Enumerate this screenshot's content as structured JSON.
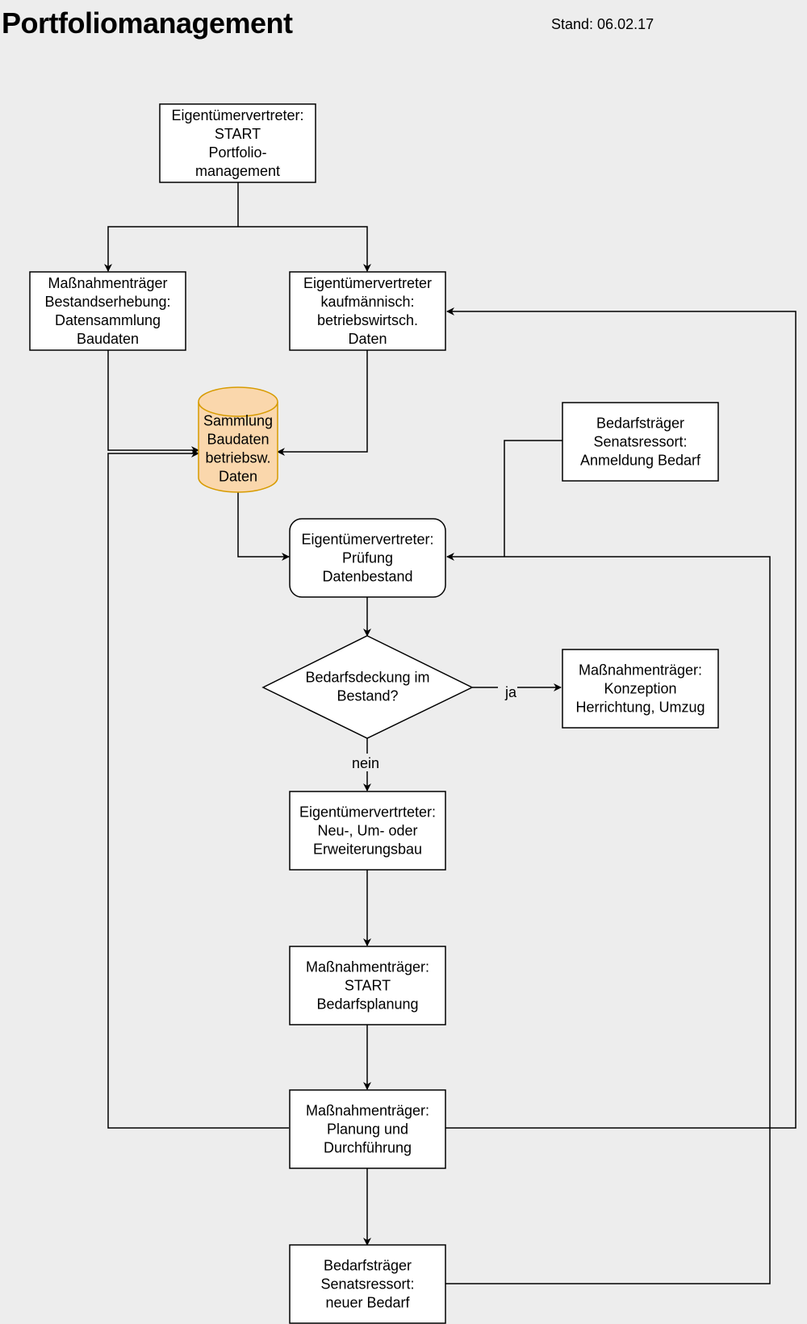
{
  "header": {
    "title": "Portfoliomanagement",
    "stand": "Stand: 06.02.17"
  },
  "nodes": {
    "start_portfolio": [
      "Eigentümervertreter:",
      "START",
      "Portfolio-",
      "management"
    ],
    "bestandserhebung": [
      "Maßnahmenträger",
      "Bestandserhebung:",
      "Datensammlung",
      "Baudaten"
    ],
    "kaufmaennisch": [
      "Eigentümervertreter",
      "kaufmännisch:",
      "betriebswirtsch.",
      "Daten"
    ],
    "sammlung": [
      "Sammlung",
      "Baudaten",
      "betriebsw.",
      "Daten"
    ],
    "anmeldung": [
      "Bedarfsträger",
      "Senatsressort:",
      "Anmeldung Bedarf"
    ],
    "pruefung": [
      "Eigentümervertreter:",
      "Prüfung",
      "Datenbestand"
    ],
    "bedarfsdeckung": [
      "Bedarfsdeckung im",
      "Bestand?"
    ],
    "konzeption": [
      "Maßnahmenträger:",
      "Konzeption",
      "Herrichtung, Umzug"
    ],
    "neubau": [
      "Eigentümervertrteter:",
      "Neu-, Um- oder",
      "Erweiterungsbau"
    ],
    "start_bedarfsplanung": [
      "Maßnahmenträger:",
      "START",
      "Bedarfsplanung"
    ],
    "planung": [
      "Maßnahmenträger:",
      "Planung und",
      "Durchführung"
    ],
    "neuer_bedarf": [
      "Bedarfsträger",
      "Senatsressort:",
      "neuer Bedarf"
    ]
  },
  "edge_labels": {
    "ja": "ja",
    "nein": "nein"
  },
  "colors": {
    "background": "#ededed",
    "box_fill": "#ffffff",
    "stroke": "#000000",
    "cylinder_fill": "#fad7ac",
    "cylinder_stroke": "#d79b00"
  }
}
